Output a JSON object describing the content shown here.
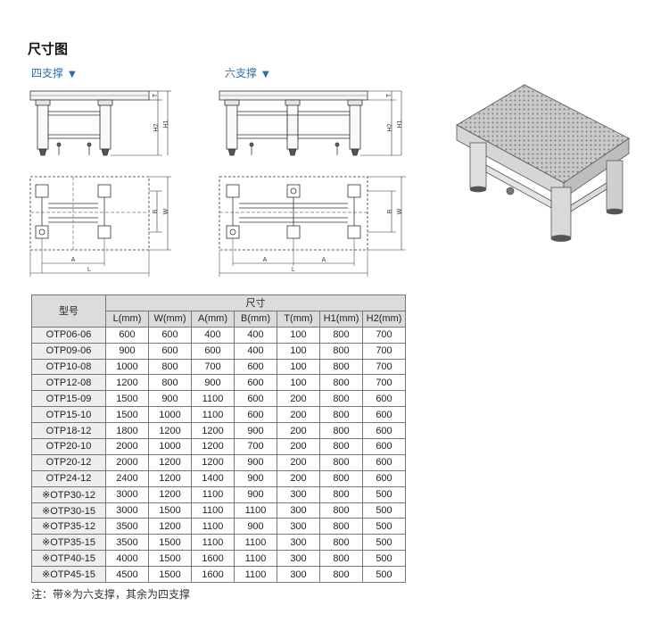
{
  "page_title": "尺寸图",
  "views": {
    "four_support": "四支撑",
    "six_support": "六支撑",
    "arrow": "▼"
  },
  "dims": {
    "L": "L",
    "A": "A",
    "B": "B",
    "W": "W",
    "T": "T",
    "H1": "H1",
    "H2": "H2"
  },
  "table": {
    "model_header": "型号",
    "size_header": "尺寸",
    "columns": [
      "L(mm)",
      "W(mm)",
      "A(mm)",
      "B(mm)",
      "T(mm)",
      "H1(mm)",
      "H2(mm)"
    ],
    "rows": [
      {
        "model": "OTP06-06",
        "values": [
          "600",
          "600",
          "400",
          "400",
          "100",
          "800",
          "700"
        ]
      },
      {
        "model": "OTP09-06",
        "values": [
          "900",
          "600",
          "600",
          "400",
          "100",
          "800",
          "700"
        ]
      },
      {
        "model": "OTP10-08",
        "values": [
          "1000",
          "800",
          "700",
          "600",
          "100",
          "800",
          "700"
        ]
      },
      {
        "model": "OTP12-08",
        "values": [
          "1200",
          "800",
          "900",
          "600",
          "100",
          "800",
          "700"
        ]
      },
      {
        "model": "OTP15-09",
        "values": [
          "1500",
          "900",
          "1100",
          "600",
          "200",
          "800",
          "600"
        ]
      },
      {
        "model": "OTP15-10",
        "values": [
          "1500",
          "1000",
          "1100",
          "600",
          "200",
          "800",
          "600"
        ]
      },
      {
        "model": "OTP18-12",
        "values": [
          "1800",
          "1200",
          "1200",
          "900",
          "200",
          "800",
          "600"
        ]
      },
      {
        "model": "OTP20-10",
        "values": [
          "2000",
          "1000",
          "1200",
          "700",
          "200",
          "800",
          "600"
        ]
      },
      {
        "model": "OTP20-12",
        "values": [
          "2000",
          "1200",
          "1200",
          "900",
          "200",
          "800",
          "600"
        ]
      },
      {
        "model": "OTP24-12",
        "values": [
          "2400",
          "1200",
          "1400",
          "900",
          "200",
          "800",
          "600"
        ]
      },
      {
        "model": "※OTP30-12",
        "values": [
          "3000",
          "1200",
          "1100",
          "900",
          "300",
          "800",
          "500"
        ]
      },
      {
        "model": "※OTP30-15",
        "values": [
          "3000",
          "1500",
          "1100",
          "1100",
          "300",
          "800",
          "500"
        ]
      },
      {
        "model": "※OTP35-12",
        "values": [
          "3500",
          "1200",
          "1100",
          "900",
          "300",
          "800",
          "500"
        ]
      },
      {
        "model": "※OTP35-15",
        "values": [
          "3500",
          "1500",
          "1100",
          "1100",
          "300",
          "800",
          "500"
        ]
      },
      {
        "model": "※OTP40-15",
        "values": [
          "4000",
          "1500",
          "1600",
          "1100",
          "300",
          "800",
          "500"
        ]
      },
      {
        "model": "※OTP45-15",
        "values": [
          "4500",
          "1500",
          "1600",
          "1100",
          "300",
          "800",
          "500"
        ]
      }
    ]
  },
  "note": "注：带※为六支撑，其余为四支撑"
}
